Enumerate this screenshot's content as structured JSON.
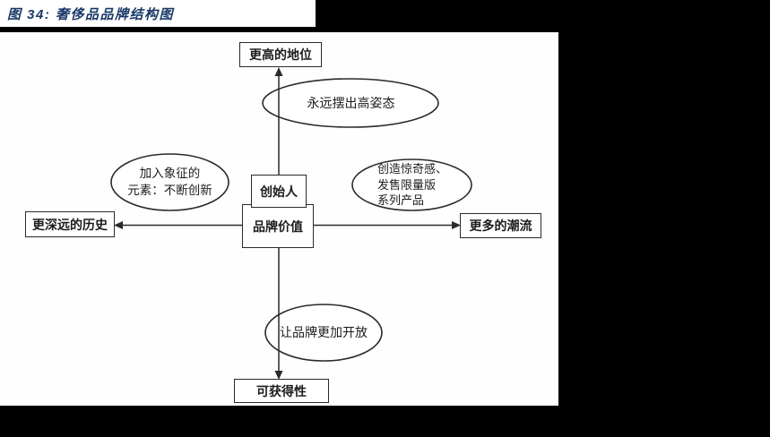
{
  "page": {
    "title": "图 34: 奢侈品品牌结构图"
  },
  "colors": {
    "title_navy": "#1b3a68",
    "ink": "#2a2a2a",
    "panel_bg": "#ffffff",
    "canvas_bg": "#000000"
  },
  "diagram": {
    "core": {
      "founder": "创始人",
      "brand_value": "品牌价值"
    },
    "axis_nodes": {
      "top": "更高的地位",
      "right": "更多的潮流",
      "bottom": "可获得性",
      "left": "更深远的历史"
    },
    "strategies": {
      "top": "永远摆出高姿态",
      "left": [
        "加入象征的",
        "元素：不断创新"
      ],
      "right": [
        "创造惊奇感、",
        "发售限量版",
        "系列产品"
      ],
      "bottom": "让品牌更加开放"
    }
  }
}
